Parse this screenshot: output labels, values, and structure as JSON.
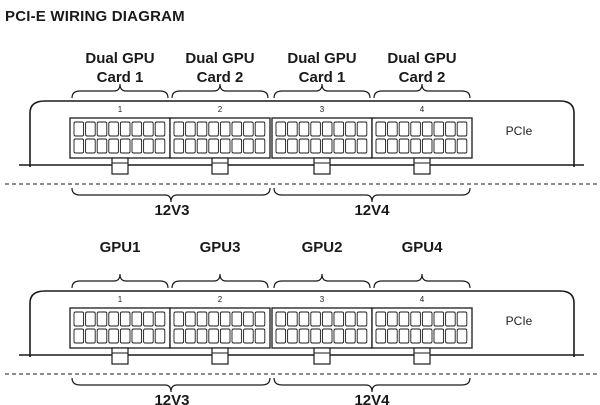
{
  "title": "PCI-E WIRING DIAGRAM",
  "colors": {
    "line": "#1a1a1a",
    "text": "#1a1a1a",
    "background": "#ffffff"
  },
  "panels": [
    {
      "top_labels": [
        {
          "line1": "Dual GPU",
          "line2": "Card 1"
        },
        {
          "line1": "Dual GPU",
          "line2": "Card 2"
        },
        {
          "line1": "Dual GPU",
          "line2": "Card 1"
        },
        {
          "line1": "Dual GPU",
          "line2": "Card 2"
        }
      ],
      "connector_numbers": [
        "1",
        "2",
        "3",
        "4"
      ],
      "side_label": "PCIe",
      "rail_labels": [
        "12V3",
        "12V4"
      ]
    },
    {
      "top_labels": [
        {
          "line1": "GPU1",
          "line2": ""
        },
        {
          "line1": "GPU3",
          "line2": ""
        },
        {
          "line1": "GPU2",
          "line2": ""
        },
        {
          "line1": "GPU4",
          "line2": ""
        }
      ],
      "connector_numbers": [
        "1",
        "2",
        "3",
        "4"
      ],
      "side_label": "PCIe",
      "rail_labels": [
        "12V3",
        "12V4"
      ]
    }
  ]
}
